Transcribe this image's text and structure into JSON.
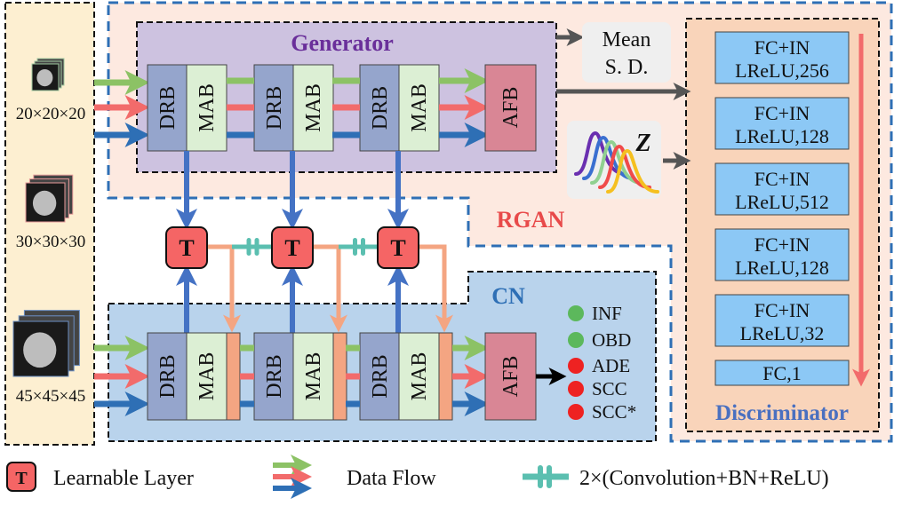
{
  "inputs": {
    "sizes": [
      "20×20×20",
      "30×30×30",
      "45×45×45"
    ]
  },
  "generator": {
    "title": "Generator",
    "blocks": [
      "DRB",
      "MAB",
      "DRB",
      "MAB",
      "DRB",
      "MAB"
    ],
    "fusion": "AFB"
  },
  "stats_box": {
    "line1": "Mean",
    "line2": "S. D."
  },
  "noise_box": {
    "symbol": "Z"
  },
  "rgan_label": "RGAN",
  "cn": {
    "title": "CN",
    "blocks": [
      "DRB",
      "MAB",
      "DRB",
      "MAB",
      "DRB",
      "MAB"
    ],
    "fusion": "AFB",
    "outputs": [
      {
        "label": "INF",
        "color": "#5cb85c"
      },
      {
        "label": "OBD",
        "color": "#5cb85c"
      },
      {
        "label": "ADE",
        "color": "#ee2222"
      },
      {
        "label": "SCC",
        "color": "#ee2222"
      },
      {
        "label": "SCC*",
        "color": "#ee2222"
      }
    ]
  },
  "transfer": {
    "symbol": "T"
  },
  "discriminator": {
    "title": "Discriminator",
    "layers": [
      {
        "line1": "FC+IN",
        "line2": "LReLU,256"
      },
      {
        "line1": "FC+IN",
        "line2": "LReLU,128"
      },
      {
        "line1": "FC+IN",
        "line2": "LReLU,512"
      },
      {
        "line1": "FC+IN",
        "line2": "LReLU,128"
      },
      {
        "line1": "FC+IN",
        "line2": "LReLU,32"
      },
      {
        "line1": "FC,1",
        "line2": ""
      }
    ]
  },
  "legend": {
    "learnable": "Learnable Layer",
    "dataflow": "Data Flow",
    "conv": "2×(Convolution+BN+ReLU)"
  },
  "colors": {
    "green": "#8cc265",
    "red": "#f26b6b",
    "blue": "#2e6fb5",
    "link_blue": "#4472c4",
    "salmon": "#f4a582",
    "teal": "#5bbfb0",
    "drb": "#95a5cc",
    "mab": "#dcefd4",
    "afb": "#d98695",
    "t_box": "#f56565",
    "disc_layer": "#8cc8f5",
    "generator_bg": "#cdc2e0",
    "cn_bg": "#b9d3ec",
    "rgan_bg": "#fde9e0",
    "input_bg": "#fdefd1",
    "disc_bg": "#f9d4ba"
  }
}
